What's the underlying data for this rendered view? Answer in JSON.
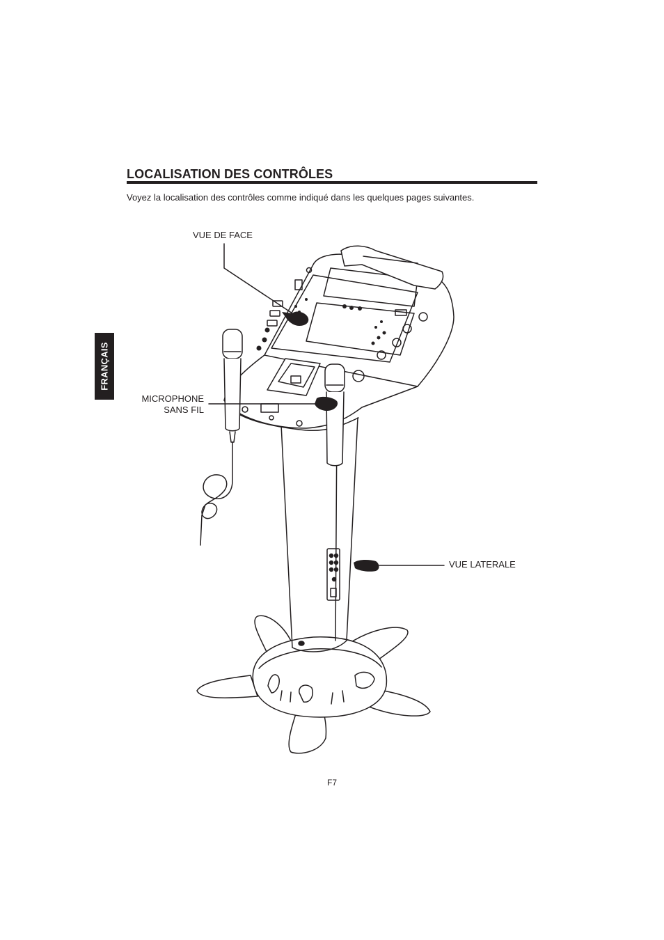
{
  "section": {
    "title": "LOCALISATION DES CONTRÔLES",
    "intro": "Voyez la localisation des contrôles comme indiqué dans les quelques pages suivantes."
  },
  "side_tab": {
    "label": "FRANÇAIS"
  },
  "callouts": {
    "front_view": "VUE DE FACE",
    "wireless_mic_line1": "MICROPHONE",
    "wireless_mic_line2": "SANS FIL",
    "side_view": "VUE LATERALE"
  },
  "footer": {
    "page_number": "F7"
  },
  "illustration": {
    "subject": "karaoke-machine-on-pedestal-stand",
    "icons": [
      "pointing-hand-icon"
    ]
  }
}
